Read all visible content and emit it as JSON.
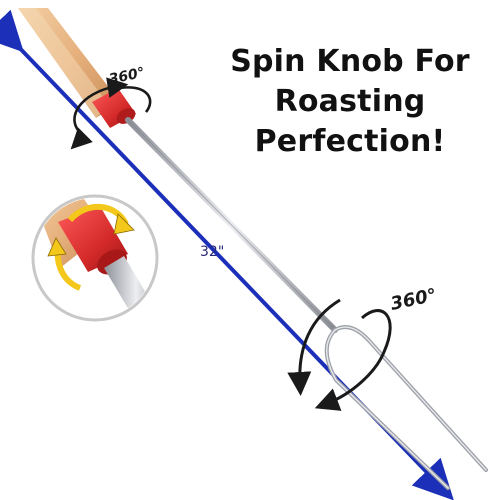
{
  "headline": {
    "line1": "Spin Knob For",
    "line2": "Roasting",
    "line3": "Perfection!"
  },
  "rotation_labels": {
    "handle": "360°",
    "fork": "360°"
  },
  "length_label": "32\"",
  "colors": {
    "measure_line": "#1c2fb8",
    "knob_red": "#d42a2a",
    "handle_wood": "#e8b98a",
    "steel": "#b9bcc2",
    "arrow_yellow": "#f4c81a",
    "text": "#111111"
  }
}
